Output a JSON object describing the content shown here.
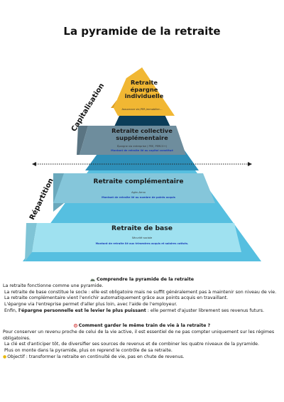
{
  "title": "La pyramide de la retraite",
  "side_labels": {
    "top": "Capitalisation",
    "bottom": "Répartition"
  },
  "tiers": [
    {
      "title_lines": [
        "Retraite",
        "épargne",
        "individuelle"
      ],
      "subtitle": "Assurance vie,PER,immobilier…",
      "note": "",
      "color": "#f1b733"
    },
    {
      "title_lines": [
        "Retraite collective",
        "supplémentaire"
      ],
      "subtitle": "Épargne via entreprise ( PEE, PERCO+)",
      "note": "Montant de retraite lié au capital constitué",
      "color": "#6e8d9d"
    },
    {
      "title_lines": [
        "Retraite complémentaire"
      ],
      "subtitle": "Agirc-Arrco",
      "note": "Montant de retraite lié au nombre de points acquis",
      "color": "#85c6da"
    },
    {
      "title_lines": [
        "Retraite de base"
      ],
      "subtitle": "Sécurité sociale",
      "note": "Montant de retraite lié aux trimestres acquis et salaires cotisés.",
      "color": "#9fe1f0"
    }
  ],
  "section1": {
    "heading": "Comprendre la pyramide de la retraite",
    "lines": [
      "La retraite fonctionne comme une pyramide.",
      "La retraite de base constitue le socle : elle est obligatoire mais ne suffit généralement pas à maintenir son niveau de vie.",
      "La retraite complémentaire vient l'enrichir automatiquement grâce aux points acquis en travaillant.",
      "L'épargne via l'entreprise permet d'aller plus loin, avec l'aide de l'employeur."
    ],
    "last_line_pre": "Enfin, ",
    "last_line_bold": "l'épargne personnelle est le levier le plus puissant",
    "last_line_post": " : elle permet d'ajuster librement ses revenus futurs."
  },
  "section2": {
    "heading": "Comment garder le même train de vie à la retraite ?",
    "lines": [
      "Pour conserver un revenu proche de celui de la vie active, il est essentiel de ne pas compter uniquement sur les régimes obligatoires.",
      "La clé est d'anticiper tôt, de diversifier ses sources de revenus et de combiner les quatre niveaux de la pyramide.",
      "Plus on monte dans la pyramide, plus on reprend le contrôle de sa retraite."
    ],
    "objective": "Objectif : transformer la retraite en continuité de vie, pas en chute de revenus."
  },
  "colors": {
    "pyramid_dark": "#0b3d59",
    "pyramid_mid": "#2e8fb8",
    "pyramid_light": "#56bfe0"
  }
}
